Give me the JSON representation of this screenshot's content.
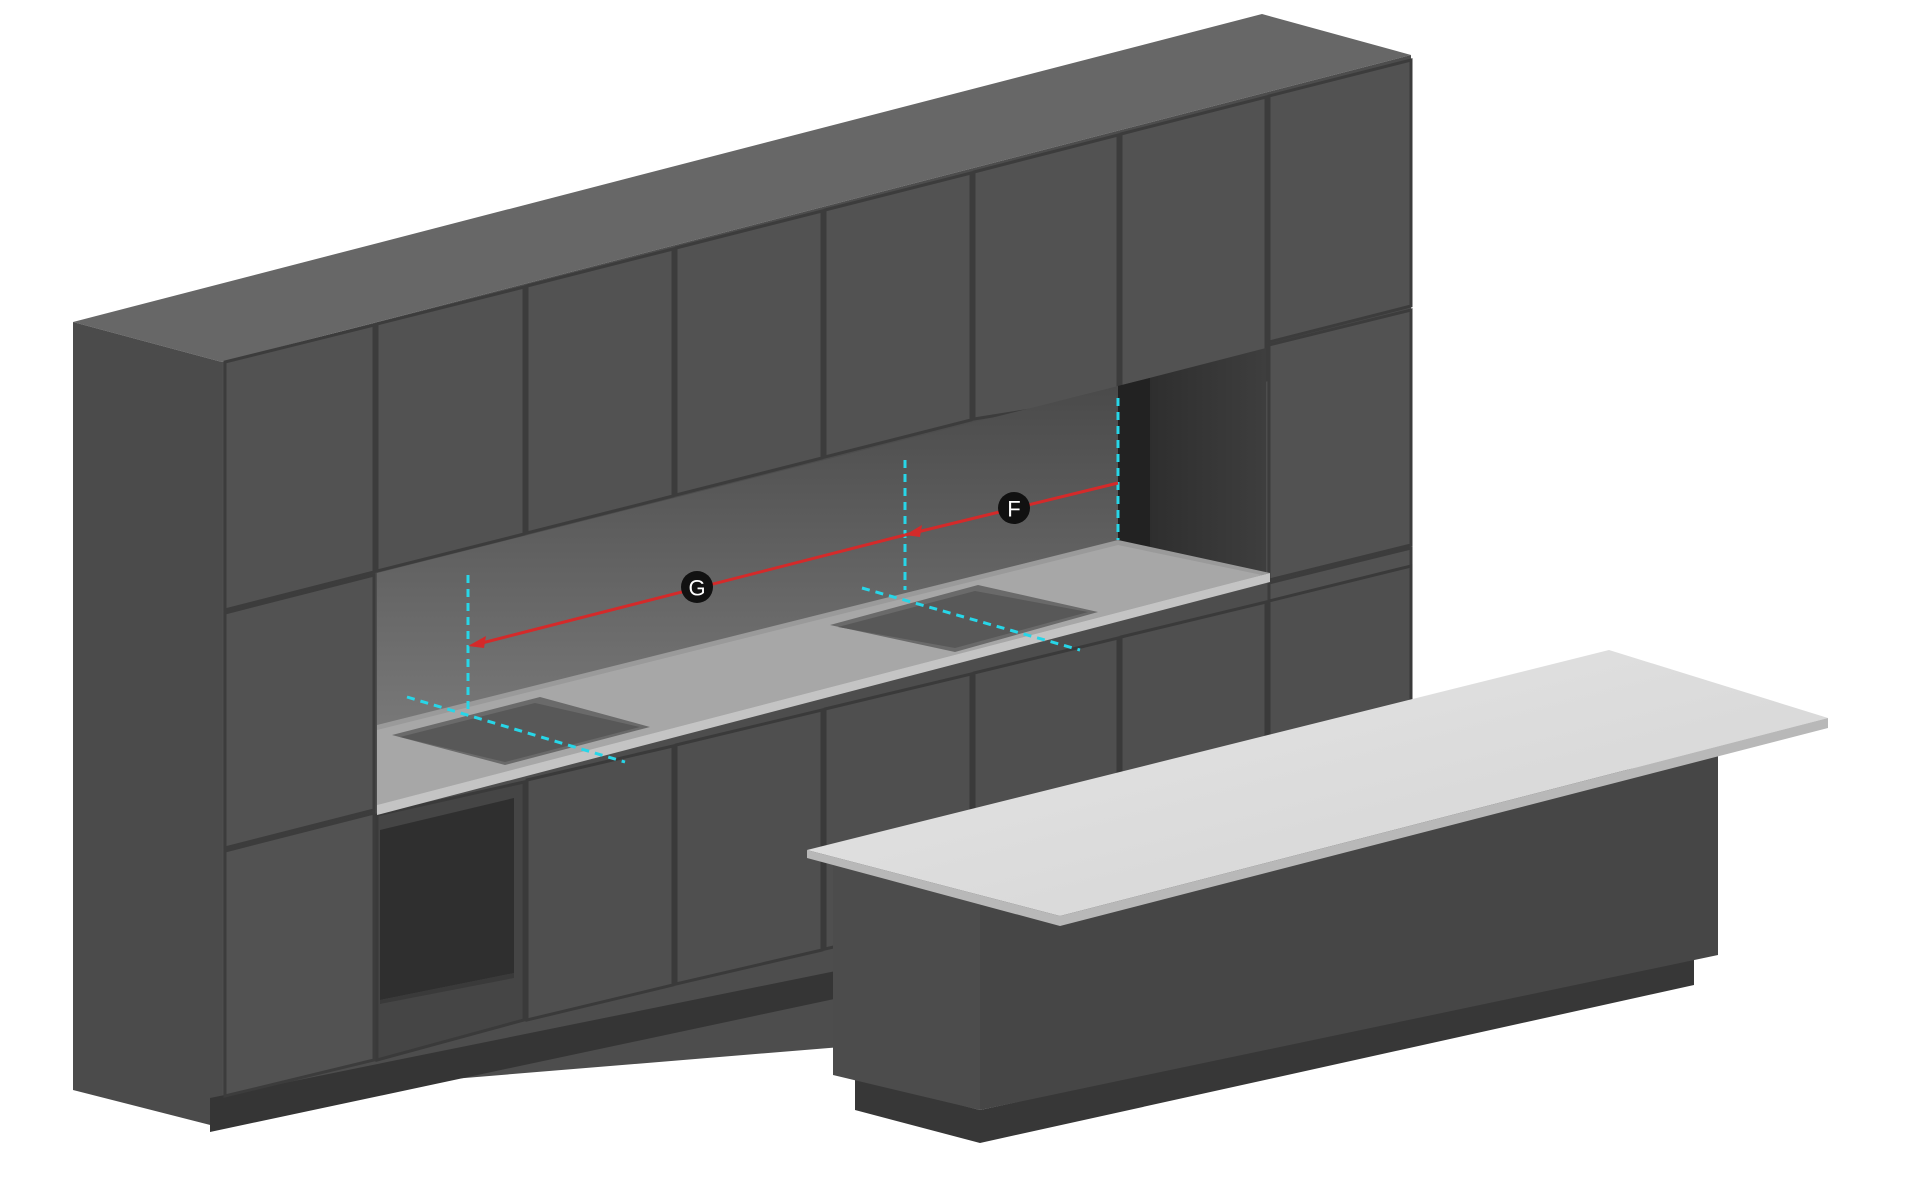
{
  "diagram": {
    "kind": "kitchen-cabinet-dimension-diagram",
    "colors": {
      "background": "#ffffff",
      "cabinet_front": "#4f4f4f",
      "cabinet_top": "#666666",
      "cabinet_side": "#444444",
      "plinth": "#3a3a3a",
      "backsplash": "#5a5a5a",
      "countertop_top": "#dedede",
      "countertop_edge": "#b5b5b5",
      "niche_dark": "#2a2a2a",
      "dimension_line": "#d42a2a",
      "guide_line": "#27d6e8",
      "marker_fill": "#111111",
      "marker_text": "#ffffff"
    },
    "markers": [
      {
        "id": "G",
        "label": "G"
      },
      {
        "id": "F",
        "label": "F"
      }
    ]
  }
}
